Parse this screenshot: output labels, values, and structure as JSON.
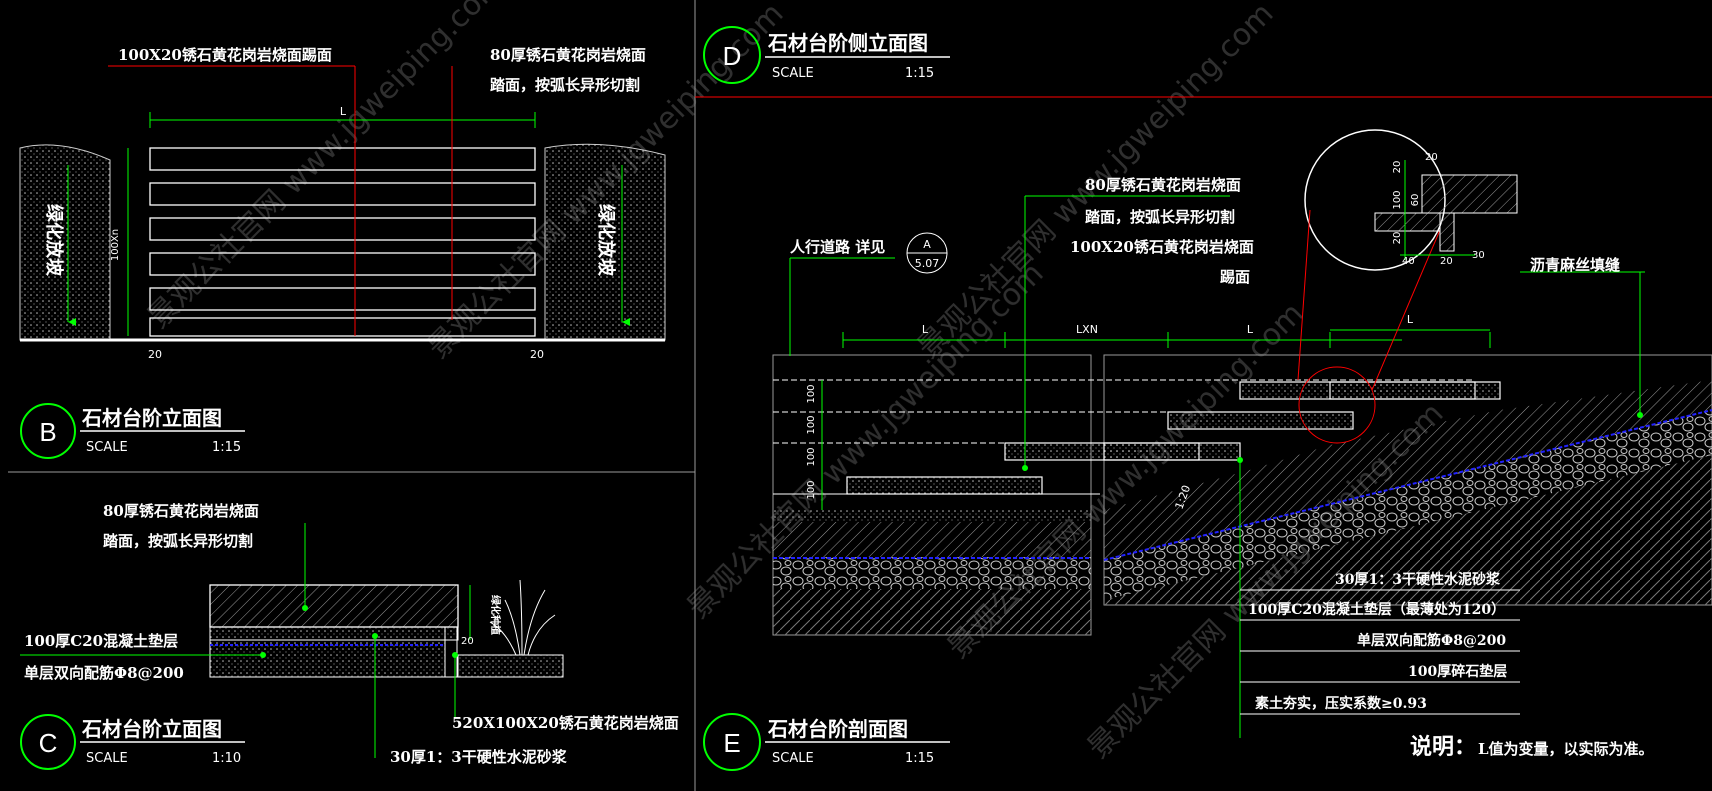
{
  "colors": {
    "background": "#000000",
    "green": "#00ff00",
    "red": "#ff0000",
    "text": "#ffffff",
    "blue": "#2222ff",
    "grey": "#9a9a9a",
    "watermark": "#888888"
  },
  "watermarks": [
    "景观公社官网 www.jgweiping.com"
  ],
  "views": {
    "B": {
      "letter": "B",
      "title": "石材台阶立面图",
      "scale_label": "SCALE",
      "scale_value": "1:15",
      "labels": {
        "top_left": "100X20锈石黄花岗岩烧面踢面",
        "top_right_1": "80厚锈石黄花岗岩烧面",
        "top_right_2": "踏面，按弧长异形切割",
        "slope_left": "绿化放坡",
        "slope_right": "绿化放坡",
        "dim_l": "L",
        "dim_vertical": "100Xn",
        "dim_20_left": "20",
        "dim_20_right": "20"
      }
    },
    "C": {
      "letter": "C",
      "title": "石材台阶立面图",
      "scale_label": "SCALE",
      "scale_value": "1:10",
      "labels": {
        "top_1": "80厚锈石黄花岗岩烧面",
        "top_2": "踏面，按弧长异形切割",
        "left_1": "100厚C20混凝土垫层",
        "left_2": "单层双向配筋Φ8@200",
        "right": "520X100X20锈石黄花岗岩烧面",
        "bottom": "30厚1：3干硬性水泥砂浆",
        "planting": "绿化种植",
        "dim_20": "20"
      }
    },
    "D": {
      "letter": "D",
      "title": "石材台阶侧立面图",
      "scale_label": "SCALE",
      "scale_value": "1:15",
      "labels": {
        "tread_1": "80厚锈石黄花岗岩烧面",
        "tread_2": "踏面，按弧长异形切割",
        "riser_1": "100X20锈石黄花岗岩烧面",
        "riser_2": "踢面",
        "sidewalk": "人行道路 详见",
        "ref_top": "A",
        "ref_bottom": "5.07",
        "joint": "沥青麻丝填缝",
        "dims": [
          "L",
          "LXN",
          "L",
          "L"
        ],
        "riser_dims": [
          "100",
          "100",
          "100",
          "100"
        ],
        "slope": "1:20",
        "detail_dims_v": [
          "20",
          "100",
          "60",
          "20"
        ],
        "detail_dims_h": [
          "20",
          "40",
          "20",
          "30"
        ]
      }
    },
    "E": {
      "letter": "E",
      "title": "石材台阶剖面图",
      "scale_label": "SCALE",
      "scale_value": "1:15",
      "layers": [
        "30厚1：3干硬性水泥砂浆",
        "100厚C20混凝土垫层（最薄处为120）",
        "单层双向配筋Φ8@200",
        "100厚碎石垫层",
        "素土夯实，压实系数≥0.93"
      ],
      "note_label": "说明：",
      "note_text": "L值为变量，以实际为准。"
    }
  }
}
